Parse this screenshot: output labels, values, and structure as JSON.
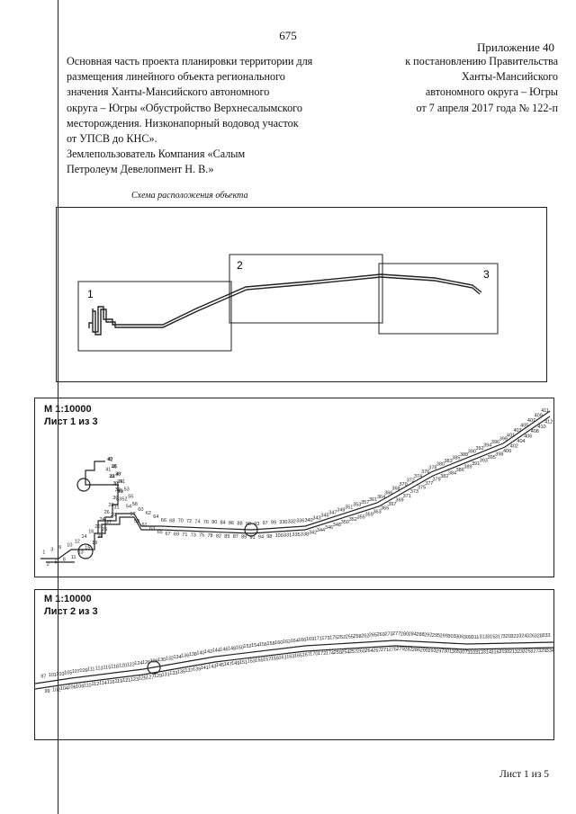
{
  "page_number": "675",
  "appendix": "Приложение 40",
  "left_text": [
    "Основная часть проекта планировки территории для",
    "размещения линейного объекта регионального",
    "значения Ханты-Мансийского автономного",
    "округа – Югры «Обустройство Верхнесалымского",
    "месторождения. Низконапорный водовод участок",
    "от УПСВ до КНС».",
    "Землепользователь Компания «Салым",
    "Петролеум Девелопмент Н. В.»"
  ],
  "right_text": [
    "к постановлению Правительства",
    "Ханты-Мансийского",
    "автономного округа – Югры",
    "от 7 апреля 2017 года № 122-п"
  ],
  "schema_title": "Схема расположения объекта",
  "schema_labels": [
    "1",
    "2",
    "3"
  ],
  "sheet1": {
    "scale": "М 1:10000",
    "sheet": "Лист 1 из 3",
    "points": [
      "1",
      "2",
      "3",
      "5",
      "6",
      "8",
      "10",
      "11",
      "12",
      "13",
      "14",
      "15",
      "16",
      "19",
      "22",
      "23",
      "24",
      "25",
      "26",
      "27",
      "28",
      "29",
      "30",
      "31",
      "32",
      "33",
      "34",
      "35",
      "36",
      "37",
      "38",
      "39",
      "40",
      "41",
      "42",
      "44",
      "45",
      "46",
      "47",
      "49",
      "51",
      "52",
      "53",
      "54",
      "55",
      "57",
      "58",
      "59",
      "60",
      "61",
      "62",
      "63",
      "64",
      "65",
      "66",
      "67",
      "68",
      "69",
      "70",
      "71",
      "72",
      "73",
      "74",
      "75",
      "76",
      "78",
      "80",
      "82",
      "84",
      "85",
      "86",
      "87",
      "88",
      "89",
      "90",
      "91",
      "93",
      "94",
      "97",
      "98",
      "99",
      "100",
      "330",
      "331",
      "332",
      "335",
      "336",
      "338",
      "340",
      "342",
      "343",
      "344",
      "345",
      "346",
      "347",
      "348",
      "349",
      "350",
      "351",
      "352",
      "353",
      "355",
      "357",
      "359",
      "361",
      "363",
      "364",
      "365",
      "366",
      "367",
      "368",
      "369",
      "370",
      "371",
      "372",
      "373",
      "374",
      "375",
      "376",
      "377",
      "378",
      "379",
      "380",
      "382",
      "383",
      "384",
      "385",
      "386",
      "388",
      "389",
      "390",
      "391",
      "392",
      "393",
      "394",
      "395",
      "396",
      "398",
      "399",
      "400",
      "401",
      "402",
      "403",
      "404",
      "405",
      "406",
      "407",
      "408",
      "409",
      "410",
      "411",
      "412"
    ]
  },
  "sheet2": {
    "scale": "М 1:10000",
    "sheet": "Лист 2 из 3",
    "points": [
      "97",
      "99",
      "101",
      "102",
      "103",
      "104",
      "105",
      "106",
      "107",
      "108",
      "109",
      "110",
      "111",
      "112",
      "113",
      "114",
      "115",
      "116",
      "118",
      "119",
      "120",
      "121",
      "122",
      "123",
      "124",
      "125",
      "126",
      "127",
      "128",
      "129",
      "130",
      "131",
      "132",
      "133",
      "134",
      "135",
      "136",
      "137",
      "138",
      "139",
      "140",
      "141",
      "142",
      "143",
      "144",
      "145",
      "146",
      "147",
      "148",
      "149",
      "150",
      "151",
      "152",
      "153",
      "154",
      "155",
      "156",
      "157",
      "158",
      "159",
      "160",
      "161",
      "162",
      "163",
      "164",
      "165",
      "166",
      "167",
      "169",
      "170",
      "171",
      "172",
      "173",
      "174",
      "175",
      "250",
      "252",
      "254",
      "255",
      "257",
      "258",
      "260",
      "262",
      "264",
      "265",
      "267",
      "269",
      "271",
      "273",
      "275",
      "277",
      "279",
      "280",
      "282",
      "284",
      "286",
      "288",
      "290",
      "292",
      "293",
      "295",
      "297",
      "299",
      "301",
      "303",
      "305",
      "306",
      "307",
      "309",
      "310",
      "311",
      "312",
      "313",
      "314",
      "315",
      "316",
      "317",
      "319",
      "320",
      "321",
      "322",
      "323",
      "324",
      "325",
      "326",
      "327",
      "328",
      "329",
      "333",
      "334"
    ]
  },
  "footer": "Лист 1 из 5"
}
